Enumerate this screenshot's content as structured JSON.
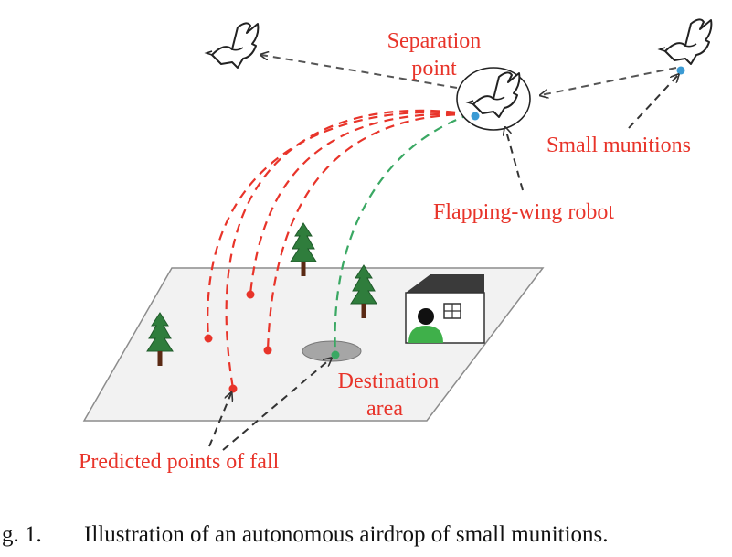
{
  "labels": {
    "separation_line1": "Separation",
    "separation_line2": "point",
    "small_munitions": "Small munitions",
    "flapping_wing_robot": "Flapping-wing robot",
    "destination_line1": "Destination",
    "destination_line2": "area",
    "predicted_points": "Predicted points of fall"
  },
  "caption": {
    "number": "g. 1.",
    "text": "Illustration of an autonomous airdrop of small munitions."
  },
  "colors": {
    "label": "#e8342a",
    "predicted_path": "#e8342a",
    "destination_path": "#3aa863",
    "pointer_arrow": "#333333",
    "munition": "#3b9bd4",
    "ground_fill": "#f2f2f2",
    "tree_green": "#2f7d3c",
    "tree_trunk": "#5a2a14",
    "person_green": "#3fb04a"
  },
  "icons": {
    "bird": "dove-icon",
    "tree": "pine-tree-icon",
    "house": "house-icon",
    "person": "person-icon"
  }
}
